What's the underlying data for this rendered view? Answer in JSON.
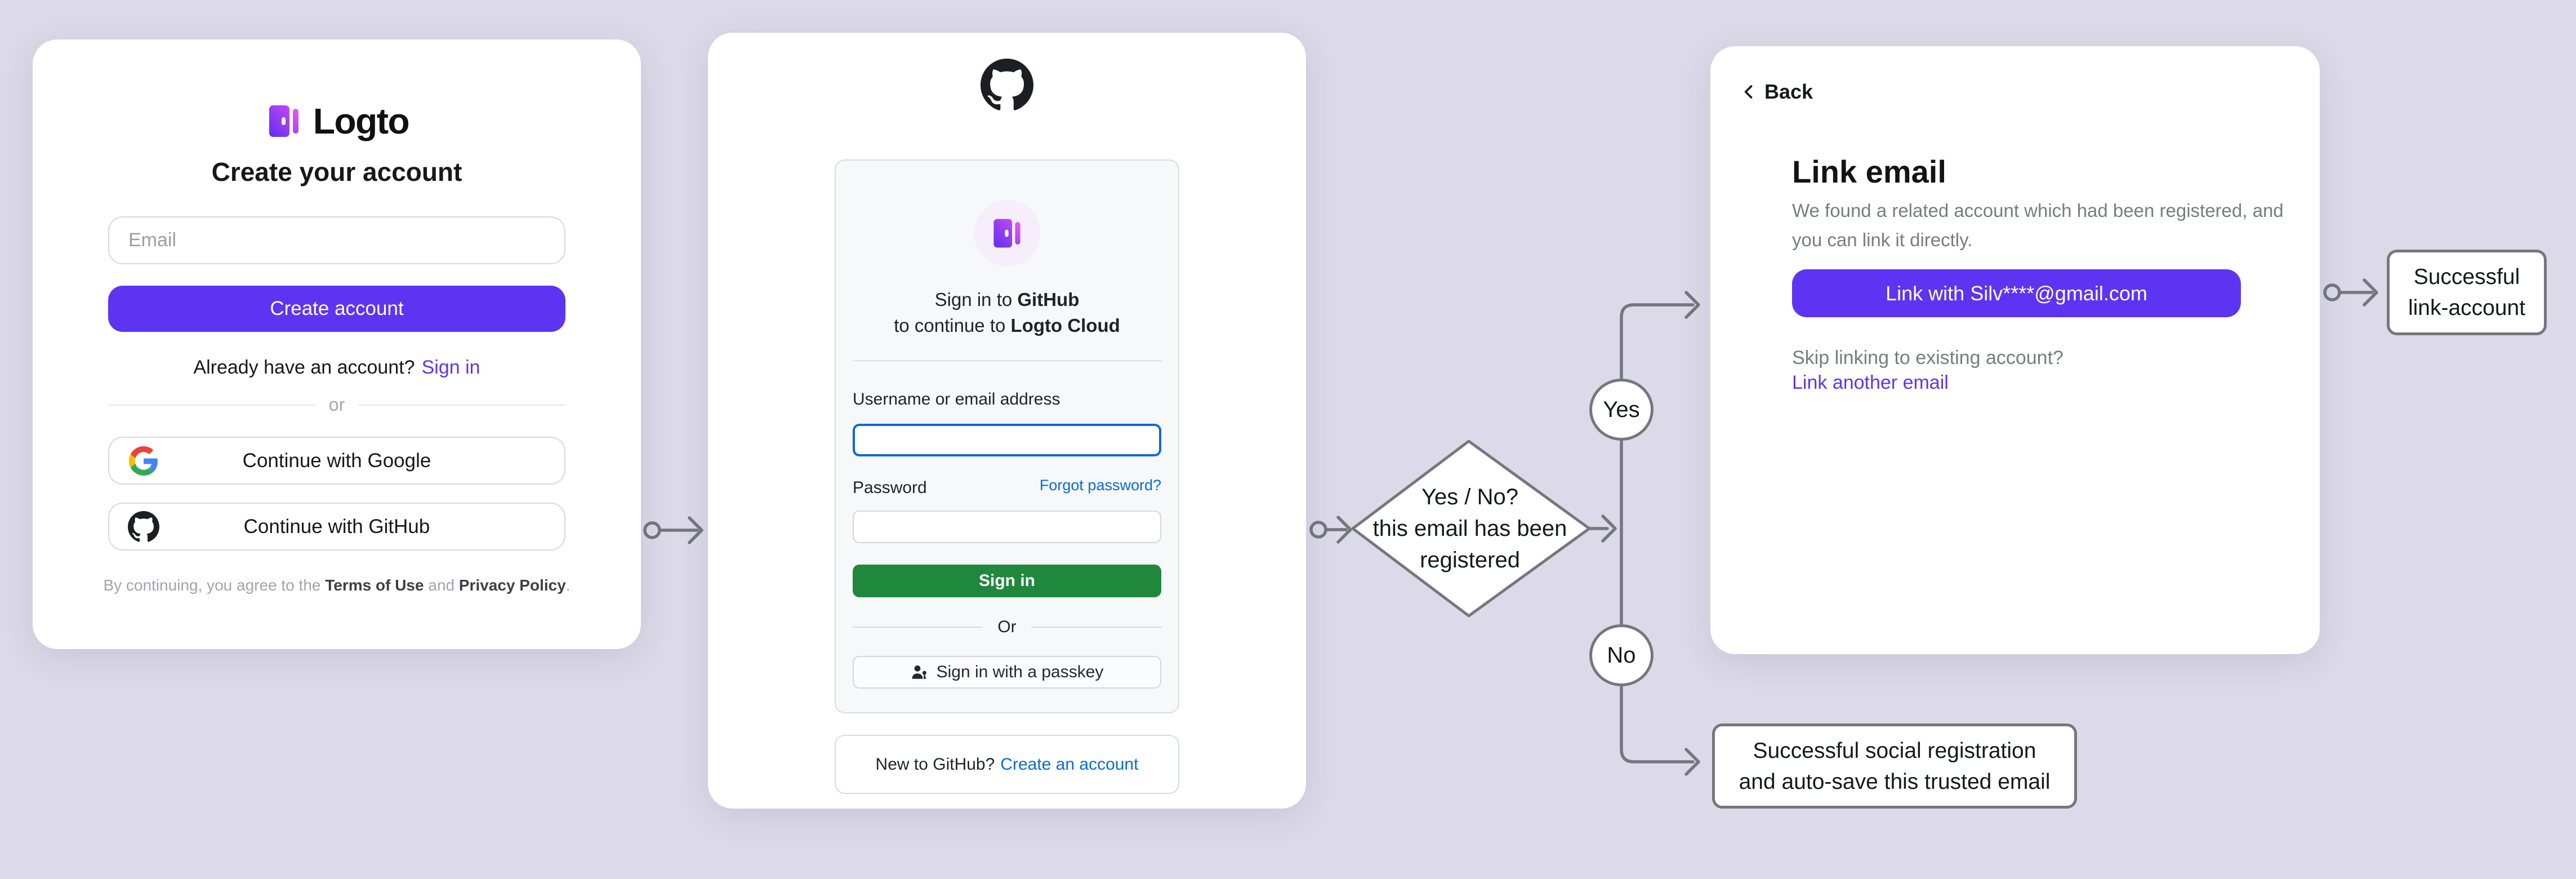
{
  "colors": {
    "background": "#dcdae8",
    "accent_purple": "#5d34f2",
    "github_green": "#1f883d",
    "github_link_blue": "#0969da",
    "flow_stroke": "#76767f"
  },
  "signup_card": {
    "logo_text": "Logto",
    "title": "Create your account",
    "email_placeholder": "Email",
    "create_button": "Create account",
    "signin_prompt": "Already have an account?",
    "signin_link": "Sign in",
    "divider": "or",
    "google_button": "Continue with Google",
    "github_button": "Continue with GitHub",
    "terms_prefix": "By continuing, you agree to the ",
    "terms_link": "Terms of Use",
    "terms_and": " and ",
    "privacy_link": "Privacy Policy",
    "terms_suffix": "."
  },
  "github_card": {
    "signin_line1_prefix": "Sign in to ",
    "signin_line1_bold": "GitHub",
    "signin_line2_prefix": "to continue to ",
    "signin_line2_bold": "Logto Cloud",
    "username_label": "Username or email address",
    "password_label": "Password",
    "forgot_link": "Forgot password?",
    "signin_button": "Sign in",
    "or_divider": "Or",
    "passkey_button": "Sign in with a passkey",
    "new_prompt": "New to GitHub?",
    "create_link": "Create an account"
  },
  "link_card": {
    "back": "Back",
    "title": "Link email",
    "description_line1": "We found a related account which had been registered, and",
    "description_line2": "you can link it directly.",
    "link_button": "Link with Silv****@gmail.com",
    "skip_text": "Skip linking to existing account?",
    "link_another": "Link another email"
  },
  "flowchart": {
    "decision_line1": "Yes / No?",
    "decision_line2": "this email has been",
    "decision_line3": "registered",
    "yes_label": "Yes",
    "no_label": "No",
    "outcome_link_line1": "Successful",
    "outcome_link_line2": "link-account",
    "outcome_social_line1": "Successful social registration",
    "outcome_social_line2": "and auto-save this trusted email"
  }
}
